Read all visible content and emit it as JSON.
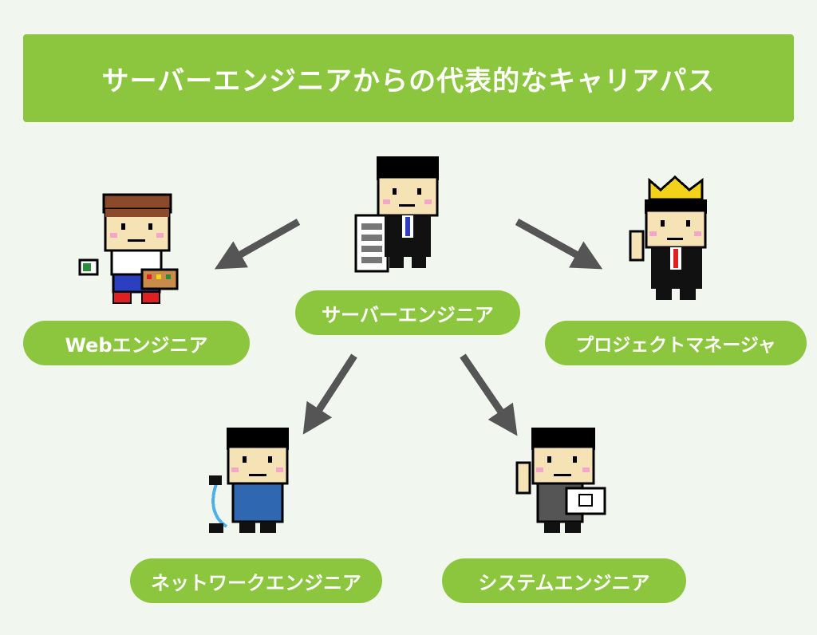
{
  "title": "サーバーエンジニアからの代表的なキャリアパス",
  "nodes": {
    "server": "サーバーエンジニア",
    "web": "Webエンジニア",
    "pm": "プロジェクトマネージャ",
    "network": "ネットワークエンジニア",
    "system": "システムエンジニア"
  },
  "colors": {
    "accent": "#8cc63f",
    "background": "#f1f6ef",
    "arrow": "#555555"
  }
}
